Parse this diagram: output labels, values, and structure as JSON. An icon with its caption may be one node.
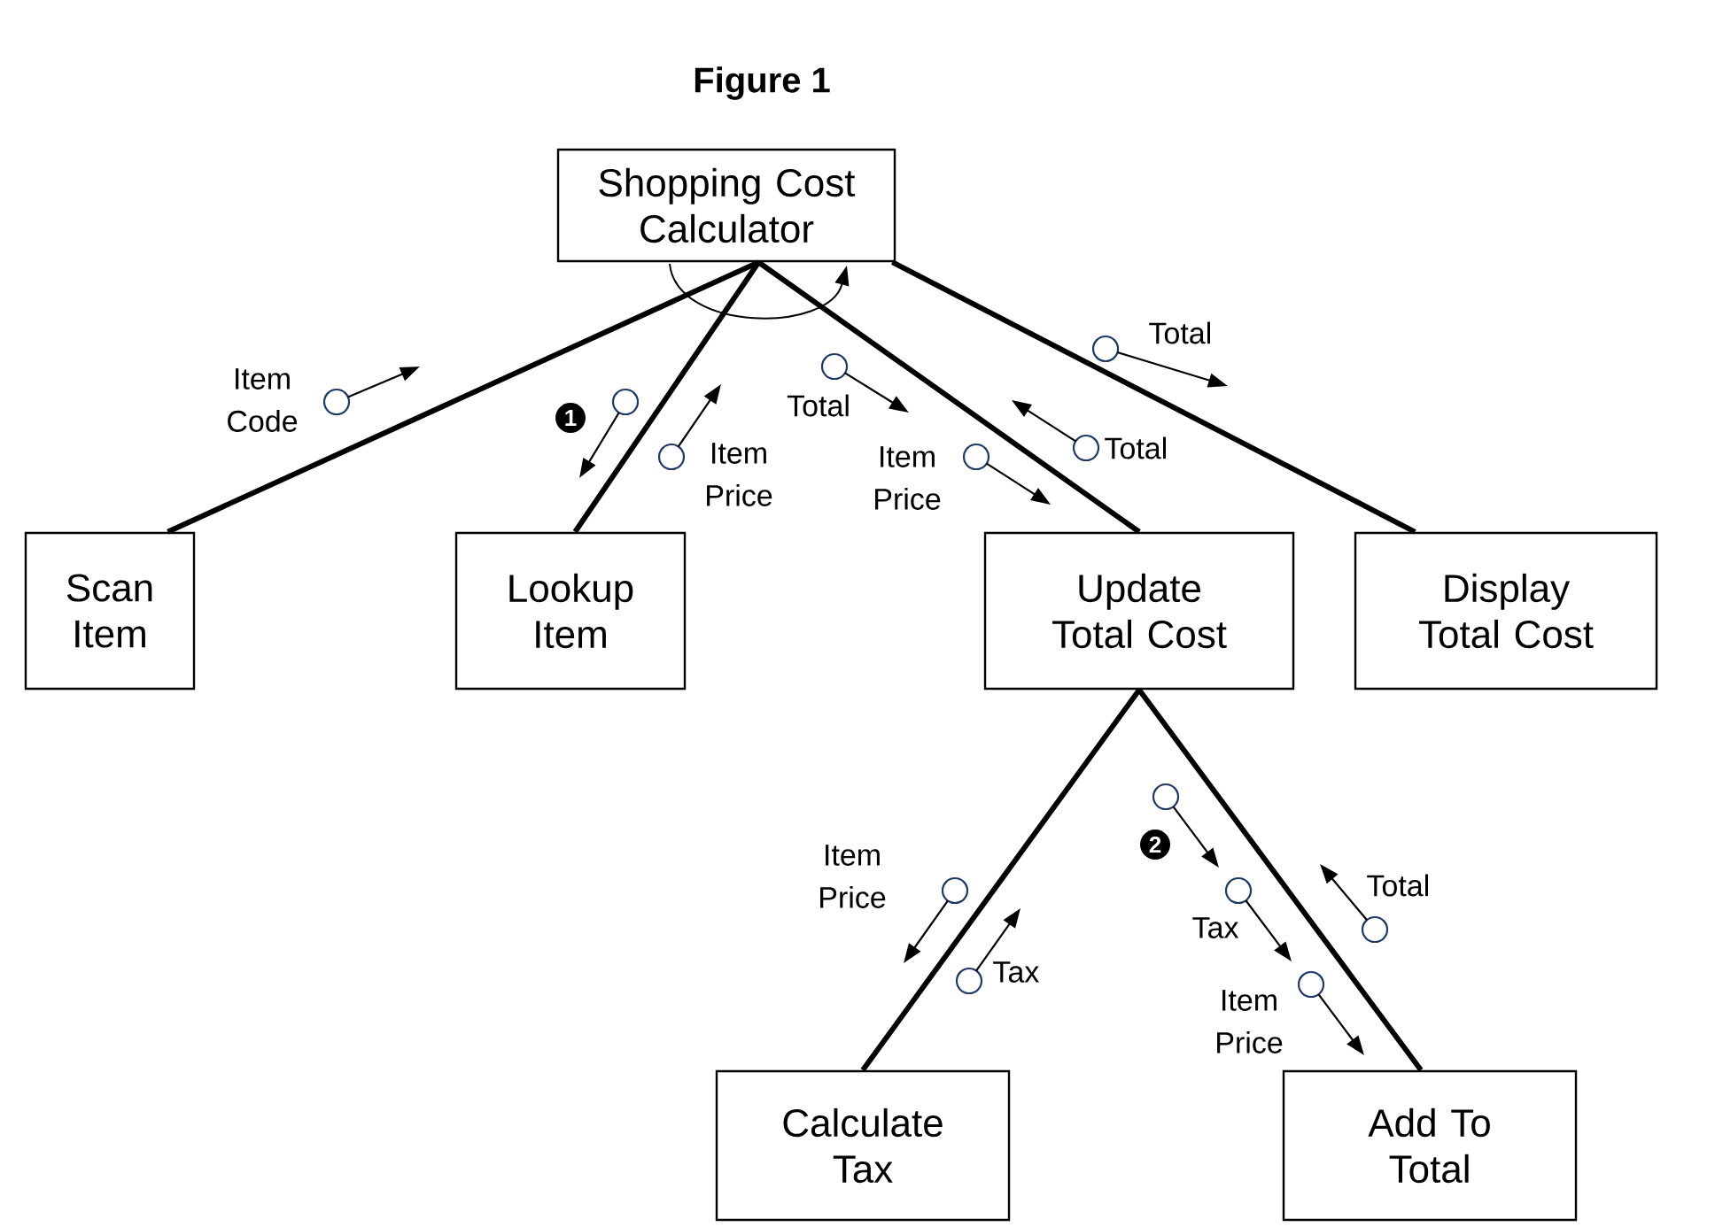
{
  "diagram": {
    "title": "Figure 1",
    "nodes": [
      {
        "text": [
          "Shopping Cost Calculator"
        ]
      },
      {
        "text": [
          "Scan Item"
        ]
      },
      {
        "text": [
          "Lookup Item"
        ]
      },
      {
        "text": [
          "Update Total Cost"
        ]
      },
      {
        "text": [
          "Display Total Cost"
        ]
      },
      {
        "text": [
          "Calculate Tax"
        ]
      },
      {
        "text": [
          "Add To Total"
        ]
      }
    ],
    "edges": [
      {
        "from": 0,
        "to": 1,
        "arrow": "none"
      },
      {
        "from": 0,
        "to": 2,
        "arrow": "none"
      },
      {
        "from": 0,
        "to": 3,
        "arrow": "none"
      },
      {
        "from": 0,
        "to": 4,
        "arrow": "none"
      },
      {
        "from": 3,
        "to": 5,
        "arrow": "none"
      },
      {
        "from": 3,
        "to": 6,
        "arrow": "none"
      }
    ],
    "labels": [
      "Total",
      "Item Code",
      "Total",
      "1",
      "Total",
      "Item Price",
      "Item Price",
      "Item Price",
      "2",
      "Total",
      "Tax",
      "Tax",
      "Item Price"
    ]
  }
}
